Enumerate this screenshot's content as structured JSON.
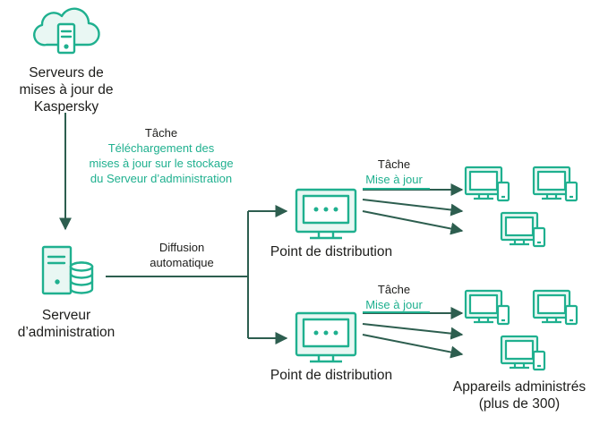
{
  "labels": {
    "update_servers": [
      "Serveurs de",
      "mises à jour de",
      "Kaspersky"
    ],
    "task_word_1": "Tâche",
    "task_download": [
      "Téléchargement des",
      "mises à jour sur le stockage",
      "du Serveur d’administration"
    ],
    "auto_distribution": [
      "Diffusion",
      "automatique"
    ],
    "admin_server": [
      "Serveur",
      "d’administration"
    ],
    "distribution_point_top": "Point de distribution",
    "distribution_point_bottom": "Point de distribution",
    "task_word_2": "Tâche",
    "task_update_2": "Mise à jour",
    "task_word_3": "Tâche",
    "task_update_3": "Mise à jour",
    "managed_devices": [
      "Appareils administrés",
      "(plus de 300)"
    ]
  },
  "colors": {
    "accent": "#1fb08f",
    "line": "#2d5e4f",
    "text": "#1d1d1b",
    "icon_fill": "#e9f7f3"
  },
  "icons": [
    "cloud-update-server-icon",
    "server-database-icon",
    "distribution-monitor-icon",
    "managed-device-icon"
  ]
}
